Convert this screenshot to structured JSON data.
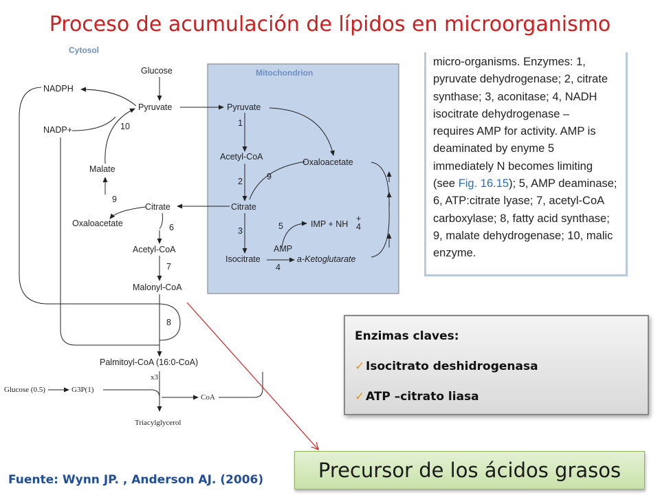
{
  "title": "Proceso de acumulación de lípidos en microorganismo",
  "diagram": {
    "cytosol_label": "Cytosol",
    "mito_label": "Mitochondrion",
    "glucose": "Glucose",
    "nadph": "NADPH",
    "nadp": "NADP+",
    "pyruvate": "Pyruvate",
    "malate": "Malate",
    "oxaloacetate": "Oxaloacetate",
    "citrate": "Citrate",
    "acetyl_coa": "Acetyl-CoA",
    "malonyl_coa": "Malonyl-CoA",
    "palmitoyl": "Palmitoyl-CoA (16:0-CoA)",
    "m_pyruvate": "Pyruvate",
    "m_acetyl_coa": "Acetyl-CoA",
    "m_oxaloacetate": "Oxaloacetate",
    "m_citrate": "Citrate",
    "m_isocitrate": "Isocitrate",
    "amp": "AMP",
    "imp": "IMP + NH",
    "akg": "a-Ketoglutarate",
    "n1": "1",
    "n2": "2",
    "n3": "3",
    "n4": "4",
    "n5": "5",
    "n6": "6",
    "n7": "7",
    "n8": "8",
    "n9a": "9",
    "n9b": "9",
    "n10": "10",
    "x3": "x3",
    "glucose05": "Glucose (0.5)",
    "g3p": "G3P(1)",
    "coa": "CoA",
    "tag": "Triacylglycerol"
  },
  "note": {
    "line1": "micro-organisms. Enzymes: 1,",
    "line2": "pyruvate dehydrogenase; 2, citrate",
    "line3": "synthase; 3, aconitase; 4, NADH",
    "line4": "isocitrate dehydrogenase –",
    "line5": "requires AMP for activity. AMP is",
    "line6": "deaminated by enyme 5",
    "line7": "immediately N becomes limiting",
    "line8a": "(see ",
    "line8link": "Fig. 16.15",
    "line8b": "); 5, AMP deaminase;",
    "line9": "6, ATP:citrate lyase; 7, acetyl-CoA",
    "line10": "carboxylase; 8, fatty acid synthase;",
    "line11": "9, malate dehydrogenase; 10, malic",
    "line12": "enzyme."
  },
  "enzymes": {
    "heading": "Enzimas claves:",
    "items": [
      "Isocitrato deshidrogenasa",
      "ATP –citrato liasa"
    ]
  },
  "precursor": "Precursor de los ácidos grasos",
  "source": "Fuente: Wynn JP. , Anderson AJ. (2006)"
}
